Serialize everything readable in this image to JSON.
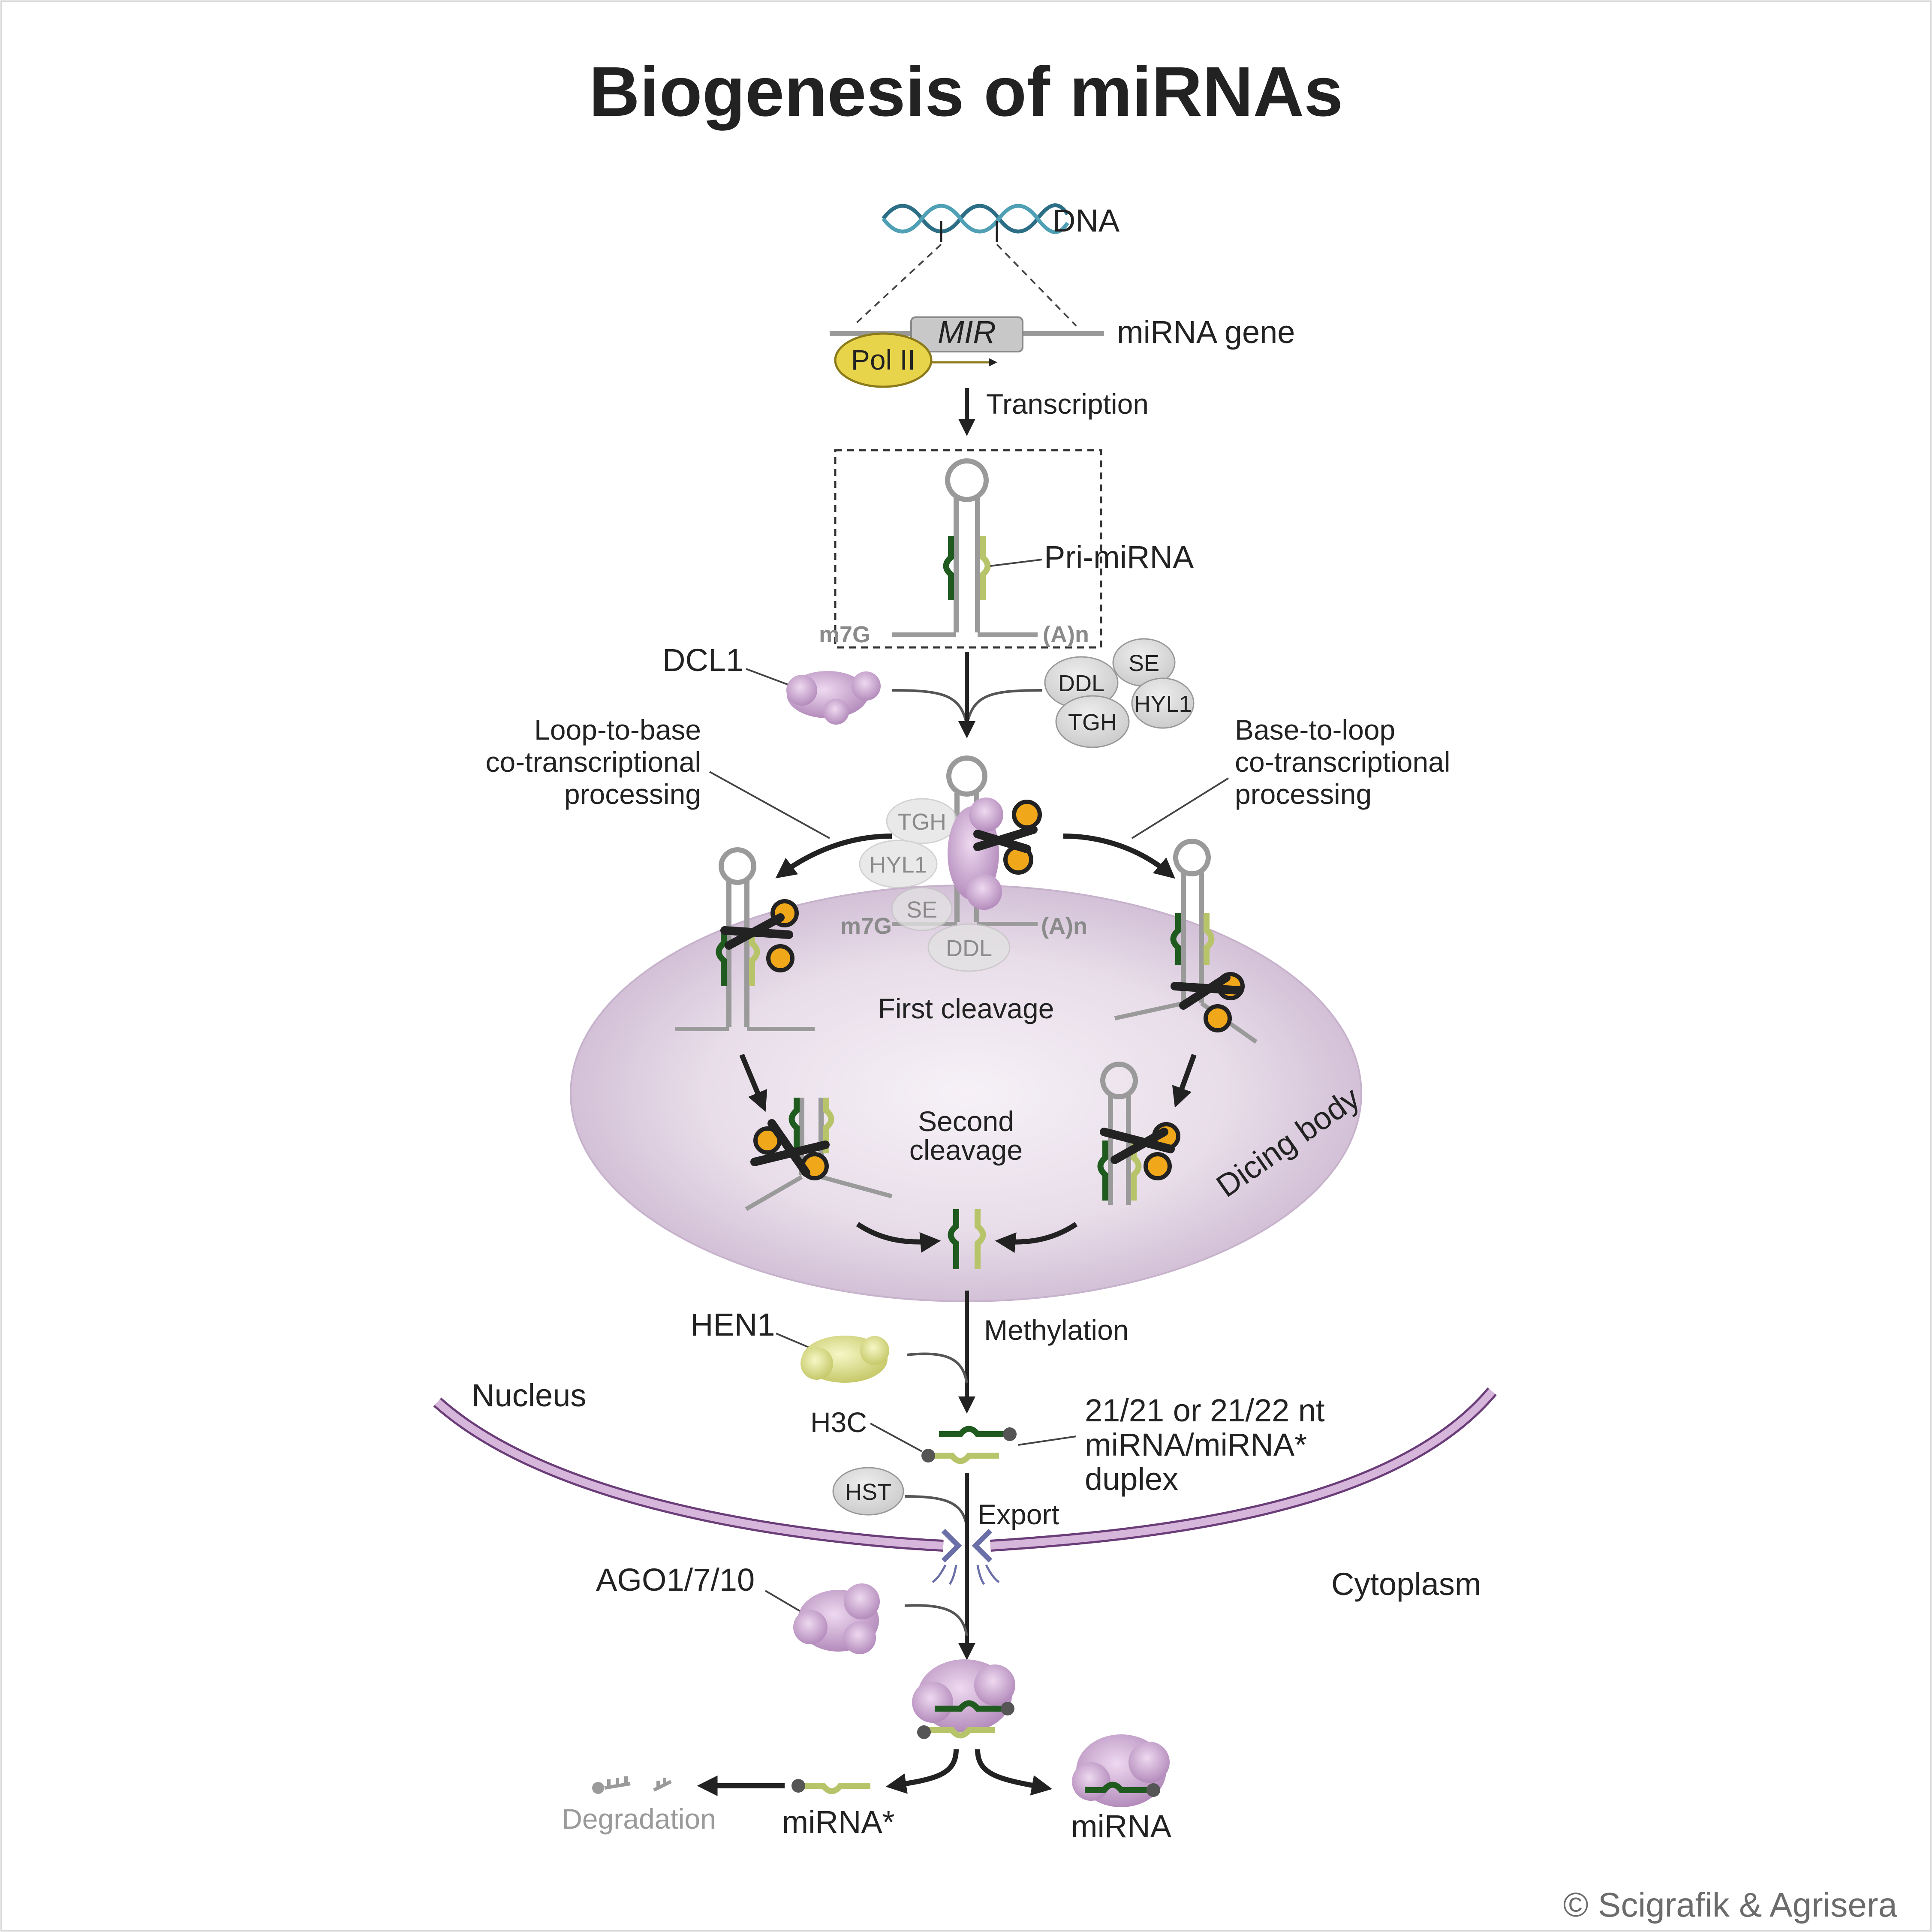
{
  "title": "Biogenesis of miRNAs",
  "labels": {
    "dna": "DNA",
    "mir": "MIR",
    "pol2": "Pol II",
    "mirna_gene": "miRNA gene",
    "transcription": "Transcription",
    "pri_mirna": "Pri-miRNA",
    "cap": "m7G",
    "polya": "(A)n",
    "dcl1": "DCL1",
    "ddl": "DDL",
    "se": "SE",
    "tgh": "TGH",
    "hyl1": "HYL1",
    "loop_to_base": [
      "Loop-to-base",
      "co-transcriptional",
      "processing"
    ],
    "base_to_loop": [
      "Base-to-loop",
      "co-transcriptional",
      "processing"
    ],
    "first_cleavage": "First cleavage",
    "second_cleavage": [
      "Second",
      "cleavage"
    ],
    "dicing_body": "Dicing body",
    "hen1": "HEN1",
    "methylation": "Methylation",
    "nucleus": "Nucleus",
    "h3c": "H3C",
    "duplex": [
      "21/21 or 21/22 nt",
      "miRNA/miRNA*",
      "duplex"
    ],
    "hst": "HST",
    "export": "Export",
    "cytoplasm": "Cytoplasm",
    "ago": "AGO1/7/10",
    "degradation": "Degradation",
    "mirna_star": "miRNA*",
    "mirna": "miRNA",
    "copyright": "© Scigrafik & Agrisera"
  },
  "colors": {
    "text": "#222222",
    "grey_text": "#8a8a8a",
    "rna_grey": "#9a9a9a",
    "mirna_dark_green": "#1f5a1f",
    "mirna_star_olive": "#b8c46a",
    "dicing_body_fill": "#ded2e3",
    "nuclear_envelope": "#c39ec8",
    "protein_lavender": "#d5b3da",
    "hen1_yellow": "#e6e898",
    "pol2_yellow": "#e8d44a",
    "scissors_orange": "#f0a81a",
    "dna_teal": "#2b6e86",
    "protein_grey": "#d9d9d9"
  }
}
